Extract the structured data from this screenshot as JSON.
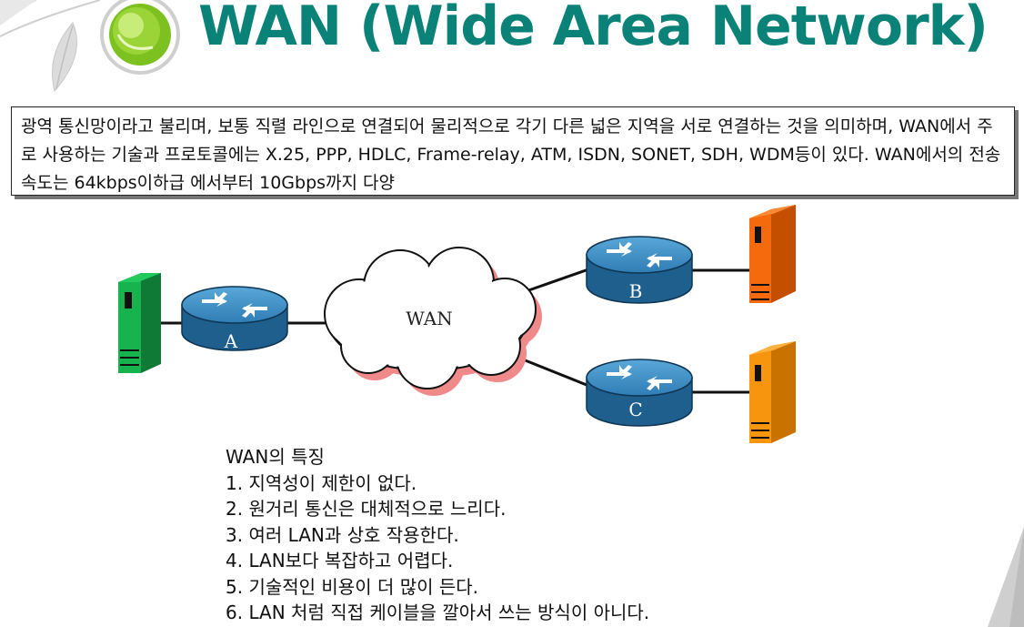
{
  "title": "WAN (Wide Area Network)",
  "description": "광역 통신망이라고 불리며, 보통 직렬 라인으로 연결되어 물리적으로 각기 다른 넓은 지역을 서로 연결하는 것을 의미하며, WAN에서 주로 사용하는 기술과 프로토콜에는 X.25, PPP, HDLC, Frame-relay, ATM, ISDN, SONET, SDH, WDM등이 있다. WAN에서의 전송속도는 64kbps이하급 에서부터 10Gbps까지 다양",
  "diagram": {
    "cloud_label": "WAN",
    "router_a": "A",
    "router_b": "B",
    "router_c": "C"
  },
  "features": {
    "heading": "WAN의 특징",
    "items": [
      "1. 지역성이 제한이 없다.",
      "2. 원거리 통신은 대체적으로 느리다.",
      "3. 여러 LAN과 상호 작용한다.",
      "4. LAN보다 복잡하고 어렵다.",
      "5. 기술적인 비용이 더 많이 든다.",
      "6. LAN 처럼 직접 케이블을 깔아서 쓰는 방식이 아니다."
    ]
  },
  "colors": {
    "title": "#0a8277",
    "router": "#3e8fc4",
    "server_green": "#17b34e",
    "server_orange": "#f56a0c",
    "server_amber": "#f7950e"
  }
}
